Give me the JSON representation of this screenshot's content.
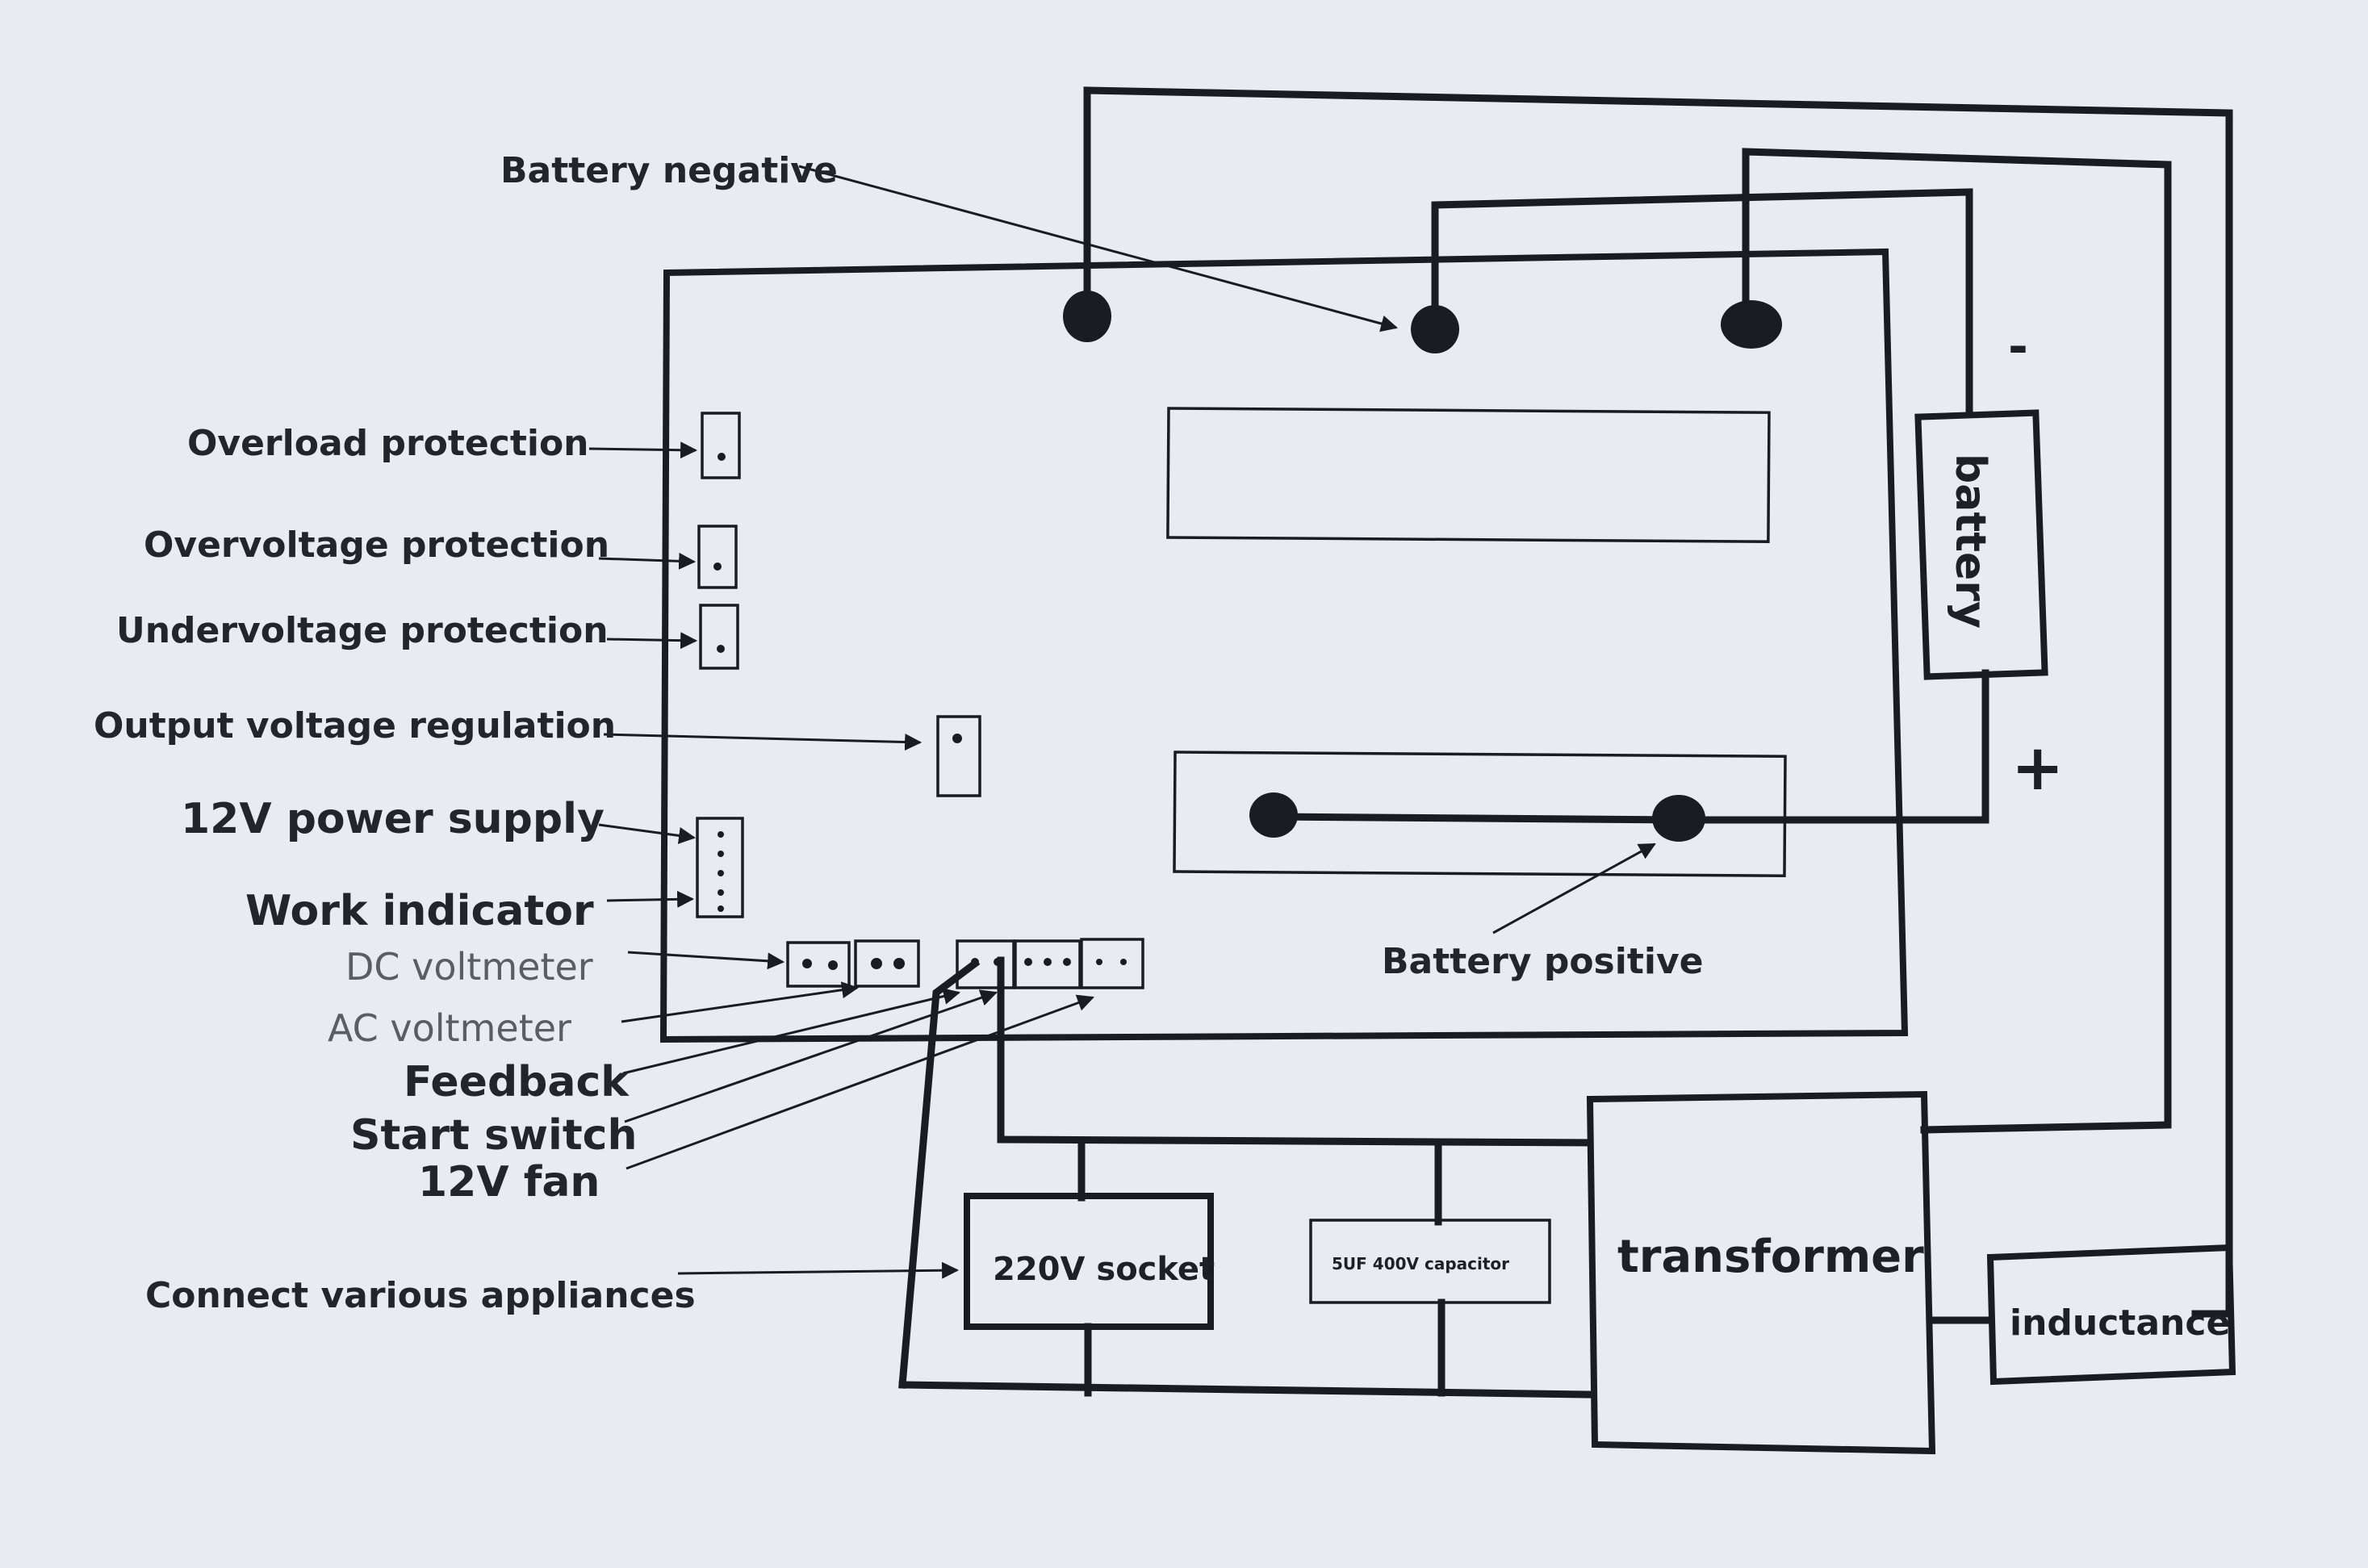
{
  "labels": {
    "battery_negative": "Battery negative",
    "overload_protection": "Overload protection",
    "overvoltage_protection": "Overvoltage protection",
    "undervoltage_protection": "Undervoltage protection",
    "output_voltage_regulation": "Output voltage regulation",
    "power_supply_12v": "12V power supply",
    "work_indicator": "Work indicator",
    "dc_voltmeter": "DC voltmeter",
    "ac_voltmeter": "AC voltmeter",
    "feedback": "Feedback",
    "start_switch": "Start switch",
    "fan_12v": "12V fan",
    "connect_appliances": "Connect various appliances",
    "battery_positive": "Battery positive"
  },
  "components": {
    "battery": "battery",
    "battery_minus": "-",
    "battery_plus": "+",
    "socket": "220V socket",
    "capacitor": "5UF 400V capacitor",
    "transformer": "transformer",
    "inductance": "inductance"
  },
  "colors": {
    "paper": "#e9ebf0",
    "ink": "#1b1c22"
  }
}
